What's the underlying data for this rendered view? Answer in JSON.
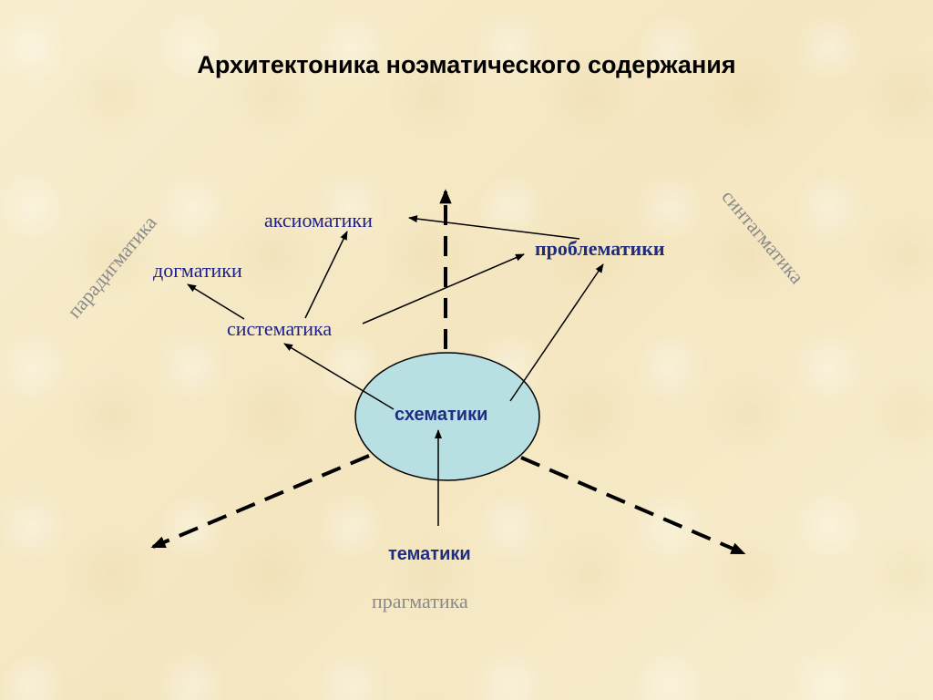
{
  "title": "Архитектоника ноэматического содержания",
  "nodes": {
    "axiomatics": "аксиоматики",
    "dogmatics": "догматики",
    "systematics": "систематика",
    "problematics": "проблематики",
    "schematics": "схематики",
    "thematics": "тематики"
  },
  "axes": {
    "paradigmatics": "парадигматика",
    "syntagmatics": "синтагматика",
    "pragmatics": "прагматика"
  },
  "colors": {
    "ellipse_fill": "#b8dfe2",
    "node_text": "#1f2d80",
    "axis_text": "#8a8a8a"
  }
}
